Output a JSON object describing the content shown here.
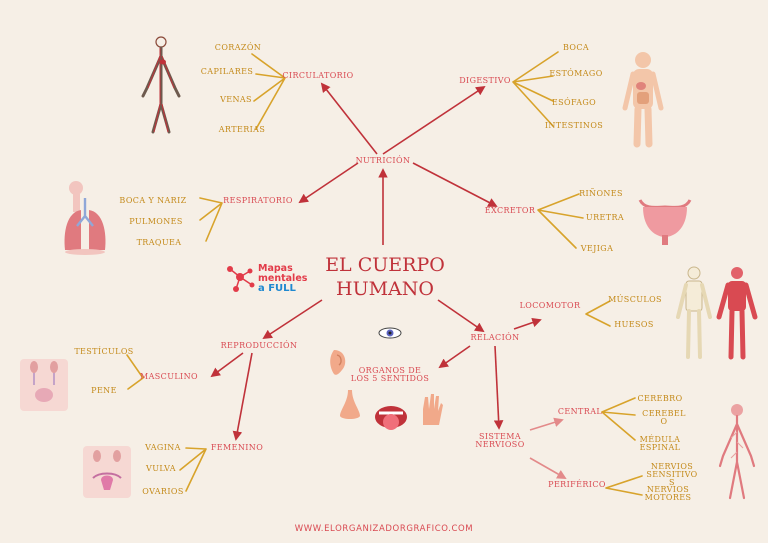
{
  "title": {
    "line1": "EL CUERPO",
    "line2": "HUMANO"
  },
  "logo": {
    "line1": "Mapas",
    "line2": "mentales",
    "line3": "a FULL"
  },
  "footer": "WWW.ELORGANIZADORGRAFICO.COM",
  "nodes": {
    "nutricion": "NUTRICIÓN",
    "circulatorio": "CIRCULATORIO",
    "digestivo": "DIGESTIVO",
    "respiratorio": "RESPIRATORIO",
    "excretor": "EXCRETOR",
    "reproduccion": "REPRODUCCIÓN",
    "masculino": "MASCULINO",
    "femenino": "FEMENINO",
    "relacion": "RELACIÓN",
    "locomotor": "LOCOMOTOR",
    "organos_line1": "ORGANOS DE",
    "organos_line2": "LOS 5 SENTIDOS",
    "sistema_line1": "SISTEMA",
    "sistema_line2": "NERVIOSO",
    "central": "CENTRAL",
    "periferico": "PERIFÉRICO"
  },
  "leaves": {
    "circulatorio": [
      "CORAZÓN",
      "CAPILARES",
      "VENAS",
      "ARTERIAS"
    ],
    "digestivo": [
      "BOCA",
      "ESTÓMAGO",
      "ESÓFAGO",
      "INTESTINOS"
    ],
    "respiratorio": [
      "BOCA Y NARIZ",
      "PULMONES",
      "TRAQUEA"
    ],
    "excretor": [
      "RIÑONES",
      "URETRA",
      "VEJIGA"
    ],
    "masculino": [
      "TESTÍCULOS",
      "PENE"
    ],
    "femenino": [
      "VAGINA",
      "VULVA",
      "OVARIOS"
    ],
    "locomotor": [
      "MÚSCULOS",
      "HUESOS"
    ],
    "central": {
      "cerebro": "CEREBRO",
      "cerebelo_1": "CEREBEL",
      "cerebelo_2": "O",
      "medula_1": "MÉDULA",
      "medula_2": "ESPINAL"
    },
    "periferico": {
      "sens_1": "NERVIOS",
      "sens_2": "SENSITIVO",
      "sens_3": "S",
      "mot_1": "NERVIOS",
      "mot_2": "MOTORES"
    }
  },
  "colors": {
    "background": "#f6efe6",
    "node": "#d94a52",
    "arrow": "#c0323a",
    "leaf": "#c48a1a"
  }
}
